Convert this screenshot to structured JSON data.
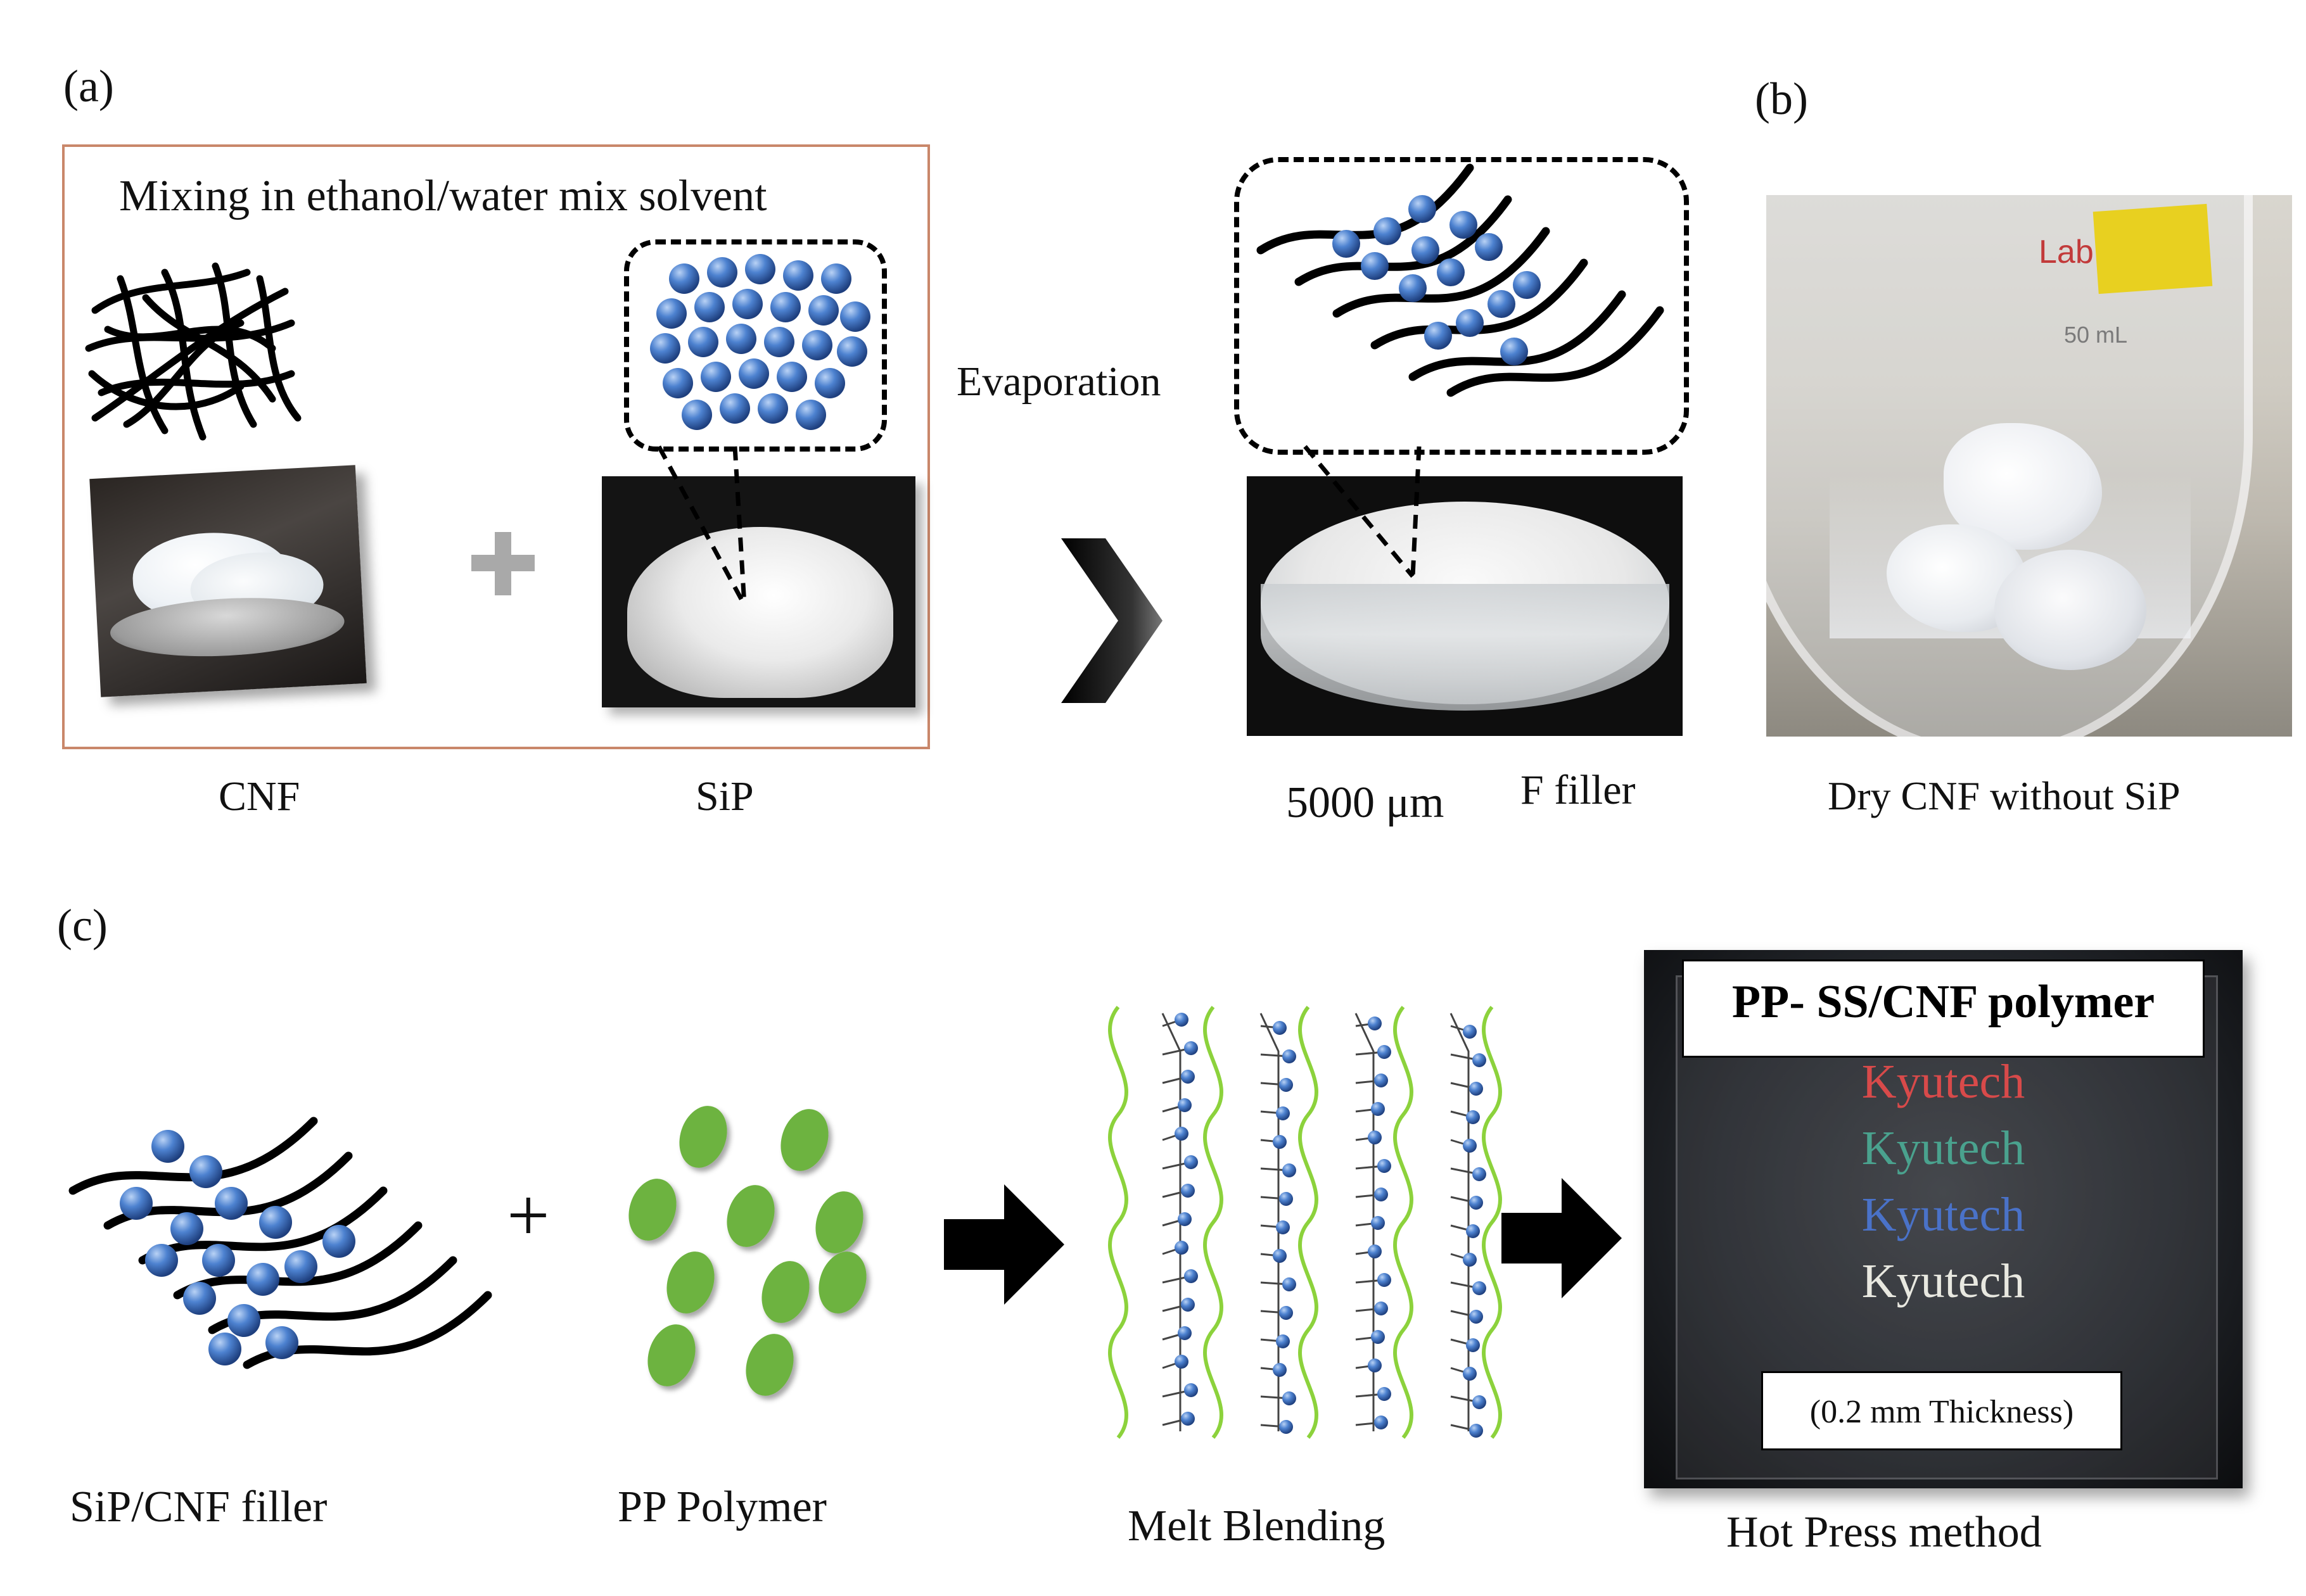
{
  "panels": {
    "a": {
      "tag": "(a)",
      "box_title": "Mixing in ethanol/water mix solvent",
      "cnf_label": "CNF",
      "sip_label": "SiP",
      "step_label": "Evaporation",
      "scale_label": "5000 μm",
      "filler_label": "F filler"
    },
    "b": {
      "tag": "(b)",
      "caption": "Dry CNF without SiP",
      "beaker_marking_1": "Lab",
      "beaker_marking_2": "50 mL"
    },
    "c": {
      "tag": "(c)",
      "filler_label": "SiP/CNF filler",
      "plus": "+",
      "polymer_label": "PP Polymer",
      "blend_label": "Melt Blending",
      "press_label": "Hot Press method",
      "film_title": "PP- SS/CNF polymer",
      "film_words": [
        "Kyutech",
        "Kyutech",
        "Kyutech",
        "Kyutech"
      ],
      "film_thickness": "(0.2 mm Thickness)"
    }
  },
  "colors": {
    "frame": "#c9876a",
    "sphere": "#3d6fc0",
    "polymer": "#6db33f",
    "strand": "#8cd23c",
    "kyutech": [
      "#d84a4a",
      "#4aa28e",
      "#4a72c8",
      "#e8e8e0"
    ]
  }
}
